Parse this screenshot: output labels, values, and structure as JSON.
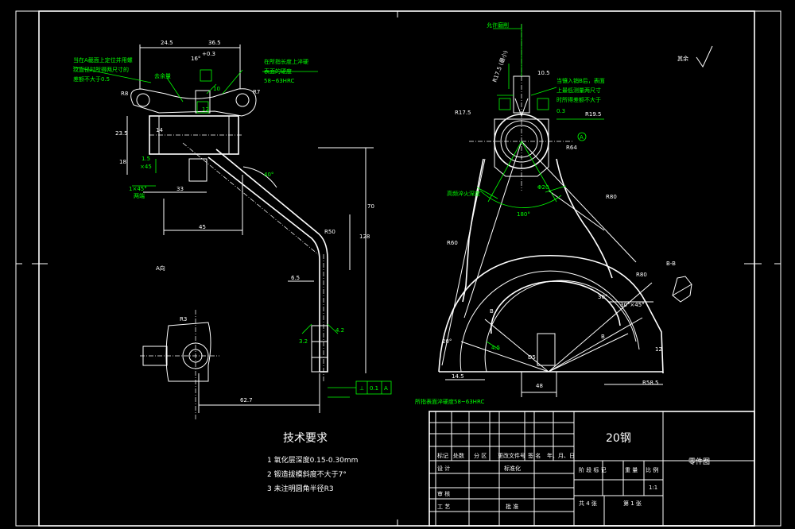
{
  "left_view": {
    "top_dims": [
      "24.5",
      "36.5",
      "16°",
      "+0.3",
      "R8",
      "R7"
    ],
    "side_dims": [
      "23.5",
      "18",
      "1.5",
      "×45",
      "1×45°",
      "两端",
      "33",
      "45",
      "14",
      "12",
      "10",
      "70",
      "128",
      "R50",
      "40°",
      "6.5",
      "62.7",
      "4.2",
      "3.2",
      "R3"
    ],
    "notes_green": [
      "当在A截面上定位并用螺",
      "纹直径时所得两尺寸的",
      "差额不大于0.5",
      "在所指长度上淬硬",
      "表面的硬度",
      "58~63HRC",
      "去余量"
    ],
    "view_label": "A向",
    "tolerance_frame": [
      "⊥",
      "0.1",
      "A"
    ]
  },
  "right_view": {
    "labels": [
      "允许磨削",
      "R17.5 (最小)",
      "10.5",
      "当镶入销B后，表面",
      "上最低测量两尺寸",
      "时所得差额不大于",
      "0.3",
      "R17.5",
      "R19.5",
      "R80",
      "R60",
      "Φ20",
      "180°",
      "R64",
      "R80",
      "20°",
      "B",
      "B",
      "30°",
      "D5",
      "14.5",
      "48",
      "4.5",
      "R58.5",
      "12",
      "30°×45°",
      "高频淬火深度",
      "A"
    ],
    "section_label": "B-B",
    "roughness": "其余"
  },
  "bottom_note": "所指表面淬硬度58~63HRC",
  "tech_req": {
    "heading": "技术要求",
    "items": [
      "1 氧化层深度0.15-0.30mm",
      "2 锻造拔模斜度不大于7°",
      "3 未注明圆角半径R3"
    ]
  },
  "title_block": {
    "material": "20钢",
    "part_name": "零件图",
    "row_headers": [
      "标记",
      "处数",
      "分 区",
      "更改文件号",
      "签 名",
      "年、月、日"
    ],
    "design": "设 计",
    "standard": "标准化",
    "check": "审 核",
    "process": "工 艺",
    "approve": "批 准",
    "stage_mark": "阶 段 标 记",
    "weight": "重 量",
    "scale_label": "比 例",
    "scale": "1:1",
    "sheets": "共 4 张",
    "sheet_no": "第 1 张"
  }
}
